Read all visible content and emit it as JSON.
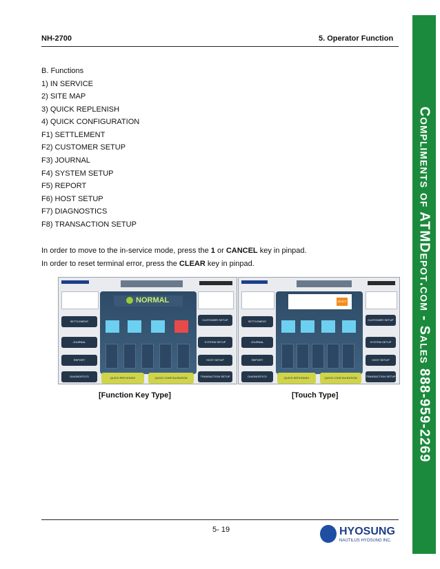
{
  "header": {
    "left": "NH-2700",
    "right": "5. Operator Function"
  },
  "sidebar": {
    "text": "Compliments of ATMDepot.com - Sales 888-959-2269"
  },
  "section": {
    "title": "B. Functions"
  },
  "functions": [
    "1) IN SERVICE",
    "2) SITE MAP",
    "3) QUICK REPLENISH",
    "4) QUICK CONFIGURATION",
    "F1) SETTLEMENT",
    "F2) CUSTOMER SETUP",
    "F3) JOURNAL",
    "F4) SYSTEM SETUP",
    "F5) REPORT",
    "F6) HOST SETUP",
    "F7) DIAGNOSTICS",
    "F8) TRANSACTION SETUP"
  ],
  "para1": {
    "pre": "In order to move to the in-service mode, press the ",
    "key1": "1",
    "mid": " or ",
    "key2": "CANCEL",
    "post": " key in pinpad."
  },
  "para2": {
    "pre": "In order to reset terminal error, press the ",
    "key": "CLEAR",
    "post": " key in pinpad."
  },
  "screen_fk": {
    "status": "NORMAL",
    "buttons": [
      "SETTLEMENT",
      "JOURNAL",
      "REPORT",
      "DIAGNOSTICS",
      "CUSTOMER SETUP",
      "SYSTEM SETUP",
      "HOST SETUP",
      "TRANSACTION SETUP",
      "QUICK REPLENISH",
      "QUICK CONFIGURATION"
    ]
  },
  "screen_touch": {
    "reset": "RESET",
    "buttons": [
      "SETTLEMENT",
      "JOURNAL",
      "REPORT",
      "DIAGNOSTICS",
      "CUSTOMER SETUP",
      "SYSTEM SETUP",
      "HOST SETUP",
      "TRANSACTION SETUP",
      "QUICK REPLENISH",
      "QUICK CONFIGURATION"
    ]
  },
  "captions": {
    "fk": "[Function Key Type]",
    "touch": "[Touch Type]"
  },
  "footer": {
    "page": "5- 19",
    "brand": "HYOSUNG",
    "brand_sub": "NAUTILUS HYOSUNG INC."
  },
  "colors": {
    "sidebar": "#1c8a3c",
    "brand": "#1e3f86",
    "normal": "#c8f06a",
    "reset": "#f28c1e"
  }
}
